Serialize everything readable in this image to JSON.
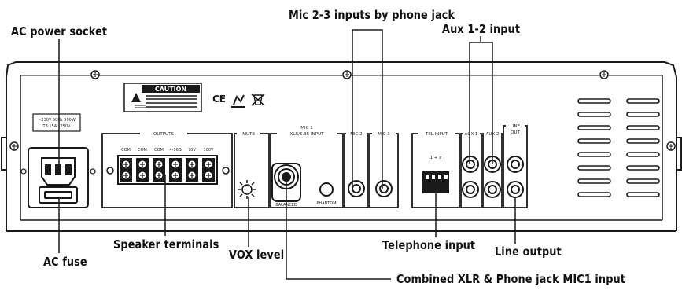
{
  "callouts": {
    "ac_power_socket": "AC power socket",
    "mic_2_3": "Mic 2-3 inputs by phone jack",
    "aux_1_2": "Aux 1-2 input",
    "speaker_terminals": "Speaker terminals",
    "vox_level": "VOX level",
    "ac_fuse": "AC fuse",
    "telephone_input": "Telephone input",
    "line_output": "Line output",
    "combined_mic1": "Combined XLR & Phone jack MIC1 input"
  },
  "panel": {
    "caution": "CAUTION",
    "ce_mark": "CE",
    "voltage_line1": "~230V 50Hz 300W",
    "voltage_line2": "T3.15AL 250V",
    "outputs": "OUTPUTS",
    "vox": "MUTE",
    "mic1": "MIC 1",
    "mic1_sub": "XLR/6.35 INPUT",
    "mic2": "MIC 2",
    "mic3": "MIC 3",
    "tel_input": "TEL.INPUT",
    "tel_pins": "1  +  a",
    "aux1": "AUX 1",
    "aux2": "AUX 2",
    "line": "LINE",
    "line_out": "OUT",
    "balanced": "BALANCED",
    "phantom": "PHANTOM",
    "terminal_labels": [
      "COM",
      "COM",
      "COM",
      "4-16Ω",
      "70V",
      "100V"
    ]
  },
  "colors": {
    "line": "#1a1a1a",
    "background": "#ffffff"
  }
}
